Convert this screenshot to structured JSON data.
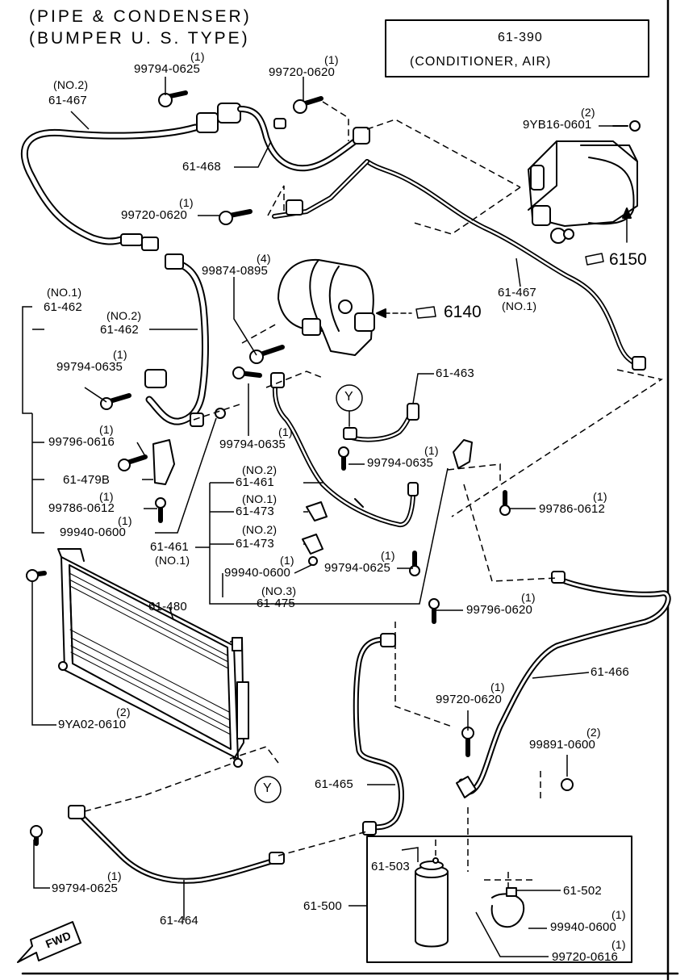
{
  "header": {
    "title_line1": "(PIPE & CONDENSER)",
    "title_line2": "(BUMPER U. S. TYPE)"
  },
  "ref_box": {
    "code": "61-390",
    "name": "(CONDITIONER, AIR)"
  },
  "references": {
    "r6150": "6150",
    "r6140": "6140"
  },
  "callout_y": "Y",
  "fwd": "FWD",
  "parts": {
    "p99794_0625a": "99794-0625",
    "q99794_0625a": "(1)",
    "p99720_0620a": "99720-0620",
    "q99720_0620a": "(1)",
    "p61_467_no2": "61-467",
    "n61_467_no2": "(NO.2)",
    "p61_468": "61-468",
    "p99720_0620b": "99720-0620",
    "q99720_0620b": "(1)",
    "p9yb16": "9YB16-0601",
    "q9yb16": "(2)",
    "p99874": "99874-0895",
    "q99874": "(4)",
    "p61_467_no1": "61-467",
    "n61_467_no1": "(NO.1)",
    "p61_462_no1": "61-462",
    "n61_462_no1": "(NO.1)",
    "p61_462_no2": "61-462",
    "n61_462_no2": "(NO.2)",
    "p99794_0635a": "99794-0635",
    "q99794_0635a": "(1)",
    "p99796_0616": "99796-0616",
    "q99796_0616": "(1)",
    "p61_479b": "61-479B",
    "p99786_0612a": "99786-0612",
    "q99786_0612a": "(1)",
    "p99940_0600a": "99940-0600",
    "q99940_0600a": "(1)",
    "p99794_0635b": "99794-0635",
    "q99794_0635b": "(1)",
    "p61_463": "61-463",
    "p99794_0635c": "99794-0635",
    "q99794_0635c": "(1)",
    "p99786_0612b": "99786-0612",
    "q99786_0612b": "(1)",
    "p61_461_no2": "61-461",
    "n61_461_no2": "(NO.2)",
    "p61_473_no1": "61-473",
    "n61_473_no1": "(NO.1)",
    "p61_473_no2": "61-473",
    "n61_473_no2": "(NO.2)",
    "p61_461_no1": "61-461",
    "n61_461_no1": "(NO.1)",
    "p99940_0600b": "99940-0600",
    "q99940_0600b": "(1)",
    "p99794_0625b": "99794-0625",
    "q99794_0625b": "(1)",
    "p61_475": "61-475",
    "n61_475": "(NO.3)",
    "p61_480": "61-480",
    "p99796_0620": "99796-0620",
    "q99796_0620": "(1)",
    "p61_466": "61-466",
    "p99720_0620c": "99720-0620",
    "q99720_0620c": "(1)",
    "p9ya02": "9YA02-0610",
    "q9ya02": "(2)",
    "p99891": "99891-0600",
    "q99891": "(2)",
    "p61_465": "61-465",
    "p61_503": "61-503",
    "p99794_0625c": "99794-0625",
    "q99794_0625c": "(1)",
    "p61_502": "61-502",
    "p61_500": "61-500",
    "p99940_0600c": "99940-0600",
    "q99940_0600c": "(1)",
    "p61_464": "61-464",
    "p99720_0616": "99720-0616",
    "q99720_0616": "(1)"
  }
}
